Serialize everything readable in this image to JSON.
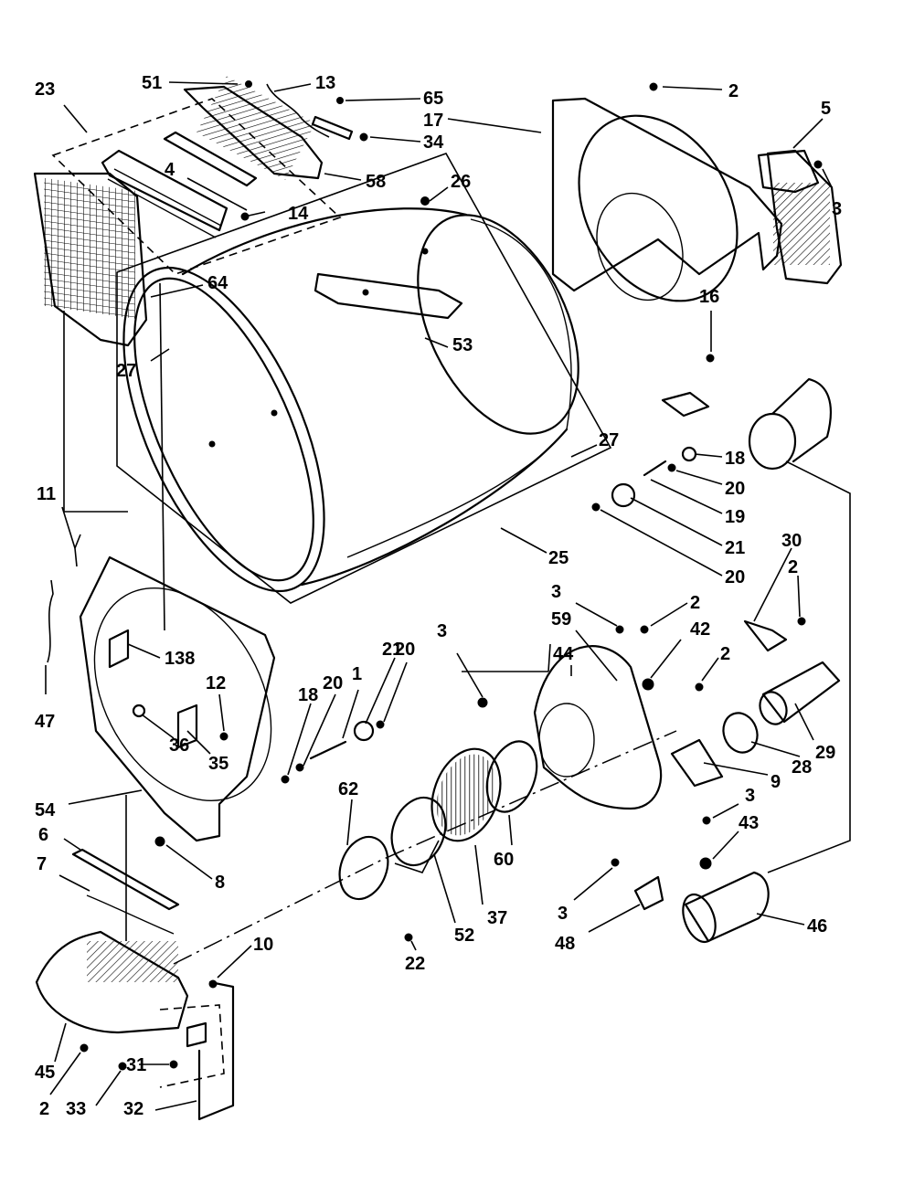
{
  "callouts": [
    {
      "id": "c23",
      "text": "23"
    },
    {
      "id": "c51",
      "text": "51"
    },
    {
      "id": "c13",
      "text": "13"
    },
    {
      "id": "c65",
      "text": "65"
    },
    {
      "id": "c17",
      "text": "17"
    },
    {
      "id": "c2a",
      "text": "2"
    },
    {
      "id": "c5",
      "text": "5"
    },
    {
      "id": "c34",
      "text": "34"
    },
    {
      "id": "c3a",
      "text": "3"
    },
    {
      "id": "c58",
      "text": "58"
    },
    {
      "id": "c4",
      "text": "4"
    },
    {
      "id": "c26",
      "text": "26"
    },
    {
      "id": "c14",
      "text": "14"
    },
    {
      "id": "c64",
      "text": "64"
    },
    {
      "id": "c16",
      "text": "16"
    },
    {
      "id": "c53",
      "text": "53"
    },
    {
      "id": "c27a",
      "text": "27"
    },
    {
      "id": "c27b",
      "text": "27"
    },
    {
      "id": "c18a",
      "text": "18"
    },
    {
      "id": "c20a",
      "text": "20"
    },
    {
      "id": "c19",
      "text": "19"
    },
    {
      "id": "c21a",
      "text": "21"
    },
    {
      "id": "c20b",
      "text": "20"
    },
    {
      "id": "c25",
      "text": "25"
    },
    {
      "id": "c11",
      "text": "11"
    },
    {
      "id": "c30",
      "text": "30"
    },
    {
      "id": "c2b",
      "text": "2"
    },
    {
      "id": "c3b",
      "text": "3"
    },
    {
      "id": "c2c",
      "text": "2"
    },
    {
      "id": "c59",
      "text": "59"
    },
    {
      "id": "c42",
      "text": "42"
    },
    {
      "id": "c2d",
      "text": "2"
    },
    {
      "id": "c44",
      "text": "44"
    },
    {
      "id": "c3c",
      "text": "3"
    },
    {
      "id": "c138",
      "text": "138"
    },
    {
      "id": "c20c",
      "text": "20"
    },
    {
      "id": "c21b",
      "text": "21"
    },
    {
      "id": "c1",
      "text": "1"
    },
    {
      "id": "c20d",
      "text": "20"
    },
    {
      "id": "c18b",
      "text": "18"
    },
    {
      "id": "c12",
      "text": "12"
    },
    {
      "id": "c47",
      "text": "47"
    },
    {
      "id": "c36",
      "text": "36"
    },
    {
      "id": "c35",
      "text": "35"
    },
    {
      "id": "c29",
      "text": "29"
    },
    {
      "id": "c28",
      "text": "28"
    },
    {
      "id": "c9",
      "text": "9"
    },
    {
      "id": "c54",
      "text": "54"
    },
    {
      "id": "c62",
      "text": "62"
    },
    {
      "id": "c6",
      "text": "6"
    },
    {
      "id": "c60",
      "text": "60"
    },
    {
      "id": "c3d",
      "text": "3"
    },
    {
      "id": "c43",
      "text": "43"
    },
    {
      "id": "c7",
      "text": "7"
    },
    {
      "id": "c8",
      "text": "8"
    },
    {
      "id": "c3e",
      "text": "3"
    },
    {
      "id": "c37",
      "text": "37"
    },
    {
      "id": "c52",
      "text": "52"
    },
    {
      "id": "c48",
      "text": "48"
    },
    {
      "id": "c46",
      "text": "46"
    },
    {
      "id": "c10",
      "text": "10"
    },
    {
      "id": "c22",
      "text": "22"
    },
    {
      "id": "c45",
      "text": "45"
    },
    {
      "id": "c31",
      "text": "31"
    },
    {
      "id": "c2e",
      "text": "2"
    },
    {
      "id": "c33",
      "text": "33"
    },
    {
      "id": "c32",
      "text": "32"
    }
  ]
}
